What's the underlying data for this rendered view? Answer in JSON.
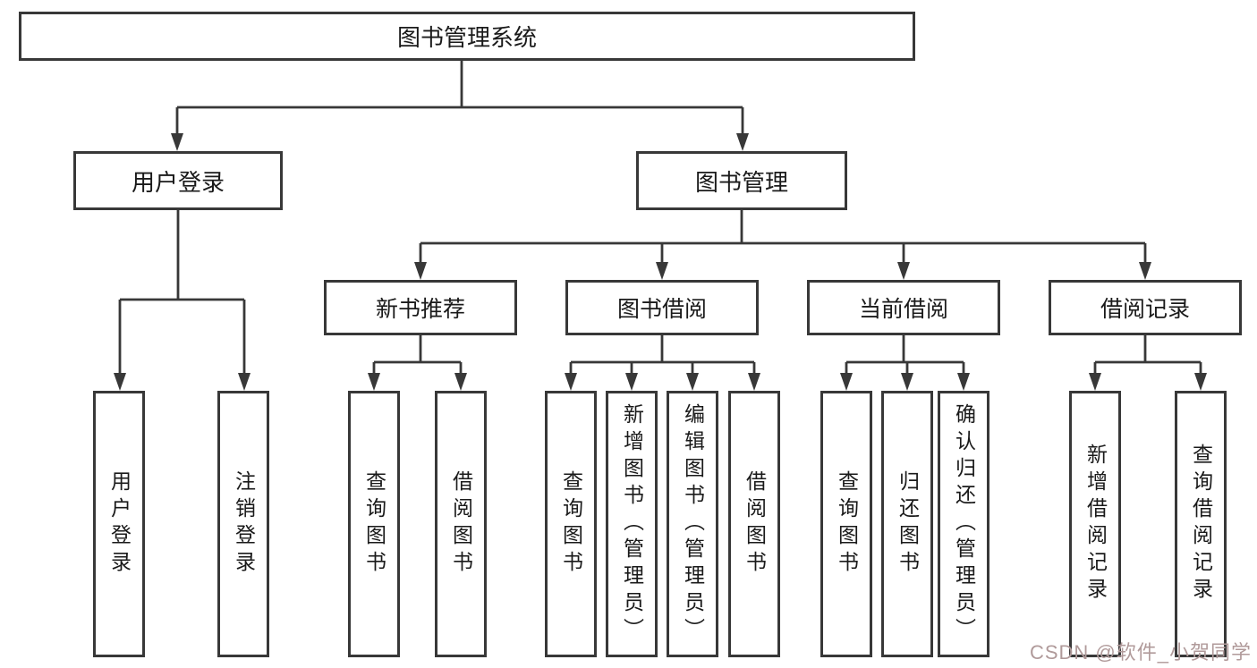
{
  "tree": {
    "root": {
      "label": "图书管理系统",
      "children": [
        {
          "label": "用户登录",
          "children": [
            {
              "label": "用户登录"
            },
            {
              "label": "注销登录"
            }
          ]
        },
        {
          "label": "图书管理",
          "children": [
            {
              "label": "新书推荐",
              "children": [
                {
                  "label": "查询图书"
                },
                {
                  "label": "借阅图书"
                }
              ]
            },
            {
              "label": "图书借阅",
              "children": [
                {
                  "label": "查询图书"
                },
                {
                  "label": "新增图书（管理员）"
                },
                {
                  "label": "编辑图书（管理员）"
                },
                {
                  "label": "借阅图书"
                }
              ]
            },
            {
              "label": "当前借阅",
              "children": [
                {
                  "label": "查询图书"
                },
                {
                  "label": "归还图书"
                },
                {
                  "label": "确认归还（管理员）"
                }
              ]
            },
            {
              "label": "借阅记录",
              "children": [
                {
                  "label": "新增借阅记录"
                },
                {
                  "label": "查询借阅记录"
                }
              ]
            }
          ]
        }
      ]
    }
  },
  "watermark": {
    "text": "CSDN @软件_小贺同学",
    "color": "#b09a9a"
  },
  "colors": {
    "line": "#383838",
    "box_border": "#383838",
    "text": "#1a1a1a",
    "background": "#ffffff"
  }
}
